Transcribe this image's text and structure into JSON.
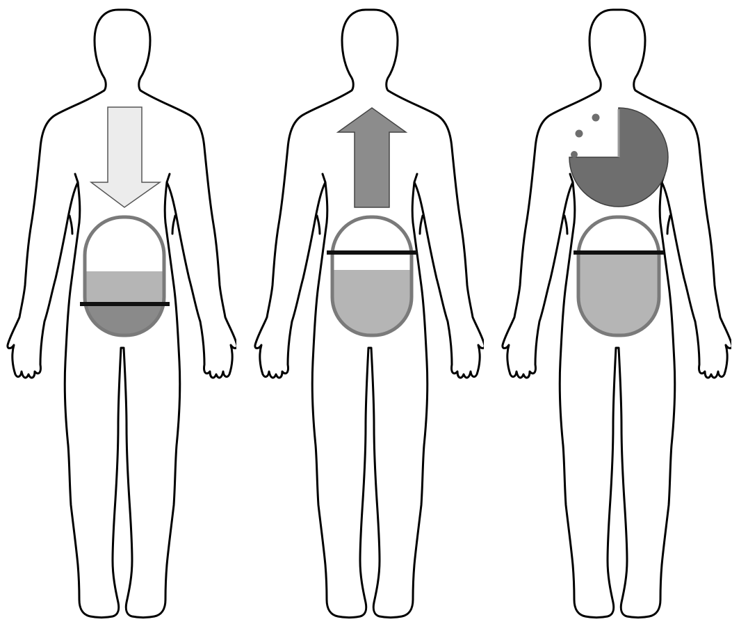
{
  "figures": [
    {
      "id": "figure-1",
      "arrow": {
        "direction": "down",
        "color": "#ececec"
      },
      "container": {
        "fill_fraction": 0.53,
        "level_fraction": 0.27,
        "shell_color": "#7a7a7a",
        "light_fill": "#b5b5b5",
        "dark_fill": "#8a8a8a"
      }
    },
    {
      "id": "figure-2",
      "arrow": {
        "direction": "up",
        "color": "#8c8c8c"
      },
      "container": {
        "fill_fraction": 0.56,
        "level_fraction": 0.7,
        "shell_color": "#7a7a7a",
        "light_fill": "#b5b5b5"
      }
    },
    {
      "id": "figure-3",
      "pie": {
        "missing_fraction": 0.25,
        "color": "#6e6e6e",
        "dots": 3
      },
      "container": {
        "fill_fraction": 0.7,
        "level_fraction": 0.7,
        "shell_color": "#7a7a7a",
        "light_fill": "#b5b5b5"
      }
    }
  ],
  "colors": {
    "outline": "#000000",
    "background": "#ffffff",
    "level_line": "#111111"
  }
}
